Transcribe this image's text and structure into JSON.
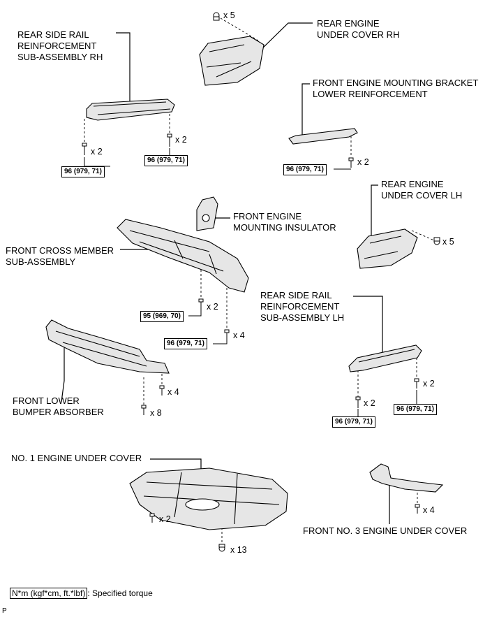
{
  "labels": {
    "rear_side_rail_rh": "REAR SIDE RAIL\nREINFORCEMENT\nSUB-ASSEMBLY RH",
    "rear_engine_under_cover_rh": "REAR ENGINE\nUNDER COVER RH",
    "front_engine_mounting_bracket": "FRONT ENGINE MOUNTING BRACKET\nLOWER REINFORCEMENT",
    "rear_engine_under_cover_lh": "REAR ENGINE\nUNDER COVER LH",
    "front_engine_mounting_insulator": "FRONT ENGINE\nMOUNTING INSULATOR",
    "front_cross_member": "FRONT CROSS MEMBER\nSUB-ASSEMBLY",
    "rear_side_rail_lh": "REAR SIDE RAIL\nREINFORCEMENT\nSUB-ASSEMBLY LH",
    "front_lower_bumper_absorber": "FRONT LOWER\nBUMPER ABSORBER",
    "no1_engine_under_cover": "NO. 1 ENGINE UNDER COVER",
    "front_no3_engine_under_cover": "FRONT NO. 3 ENGINE UNDER COVER"
  },
  "torques": {
    "rh_rail_left": "96 (979, 71)",
    "rh_rail_right": "96 (979, 71)",
    "bracket": "96 (979, 71)",
    "cross_member_a": "95 (969, 70)",
    "cross_member_b": "96 (979, 71)",
    "lh_rail_left": "96 (979, 71)",
    "lh_rail_right": "96 (979, 71)"
  },
  "quantities": {
    "rear_cover_rh": "x 5",
    "rh_rail_left": "x 2",
    "rh_rail_right": "x 2",
    "bracket": "x 2",
    "rear_cover_lh": "x 5",
    "cross_member_a": "x 2",
    "cross_member_b": "x 4",
    "bumper_a": "x 4",
    "bumper_b": "x 8",
    "lh_rail_left": "x 2",
    "lh_rail_right": "x 2",
    "no1_cover_a": "x 2",
    "no1_cover_b": "x 13",
    "no3_cover": "x 4"
  },
  "legend": {
    "unit": "N*m (kgf*cm, ft.*lbf)",
    "text": ": Specified torque"
  },
  "corner_mark": "P"
}
